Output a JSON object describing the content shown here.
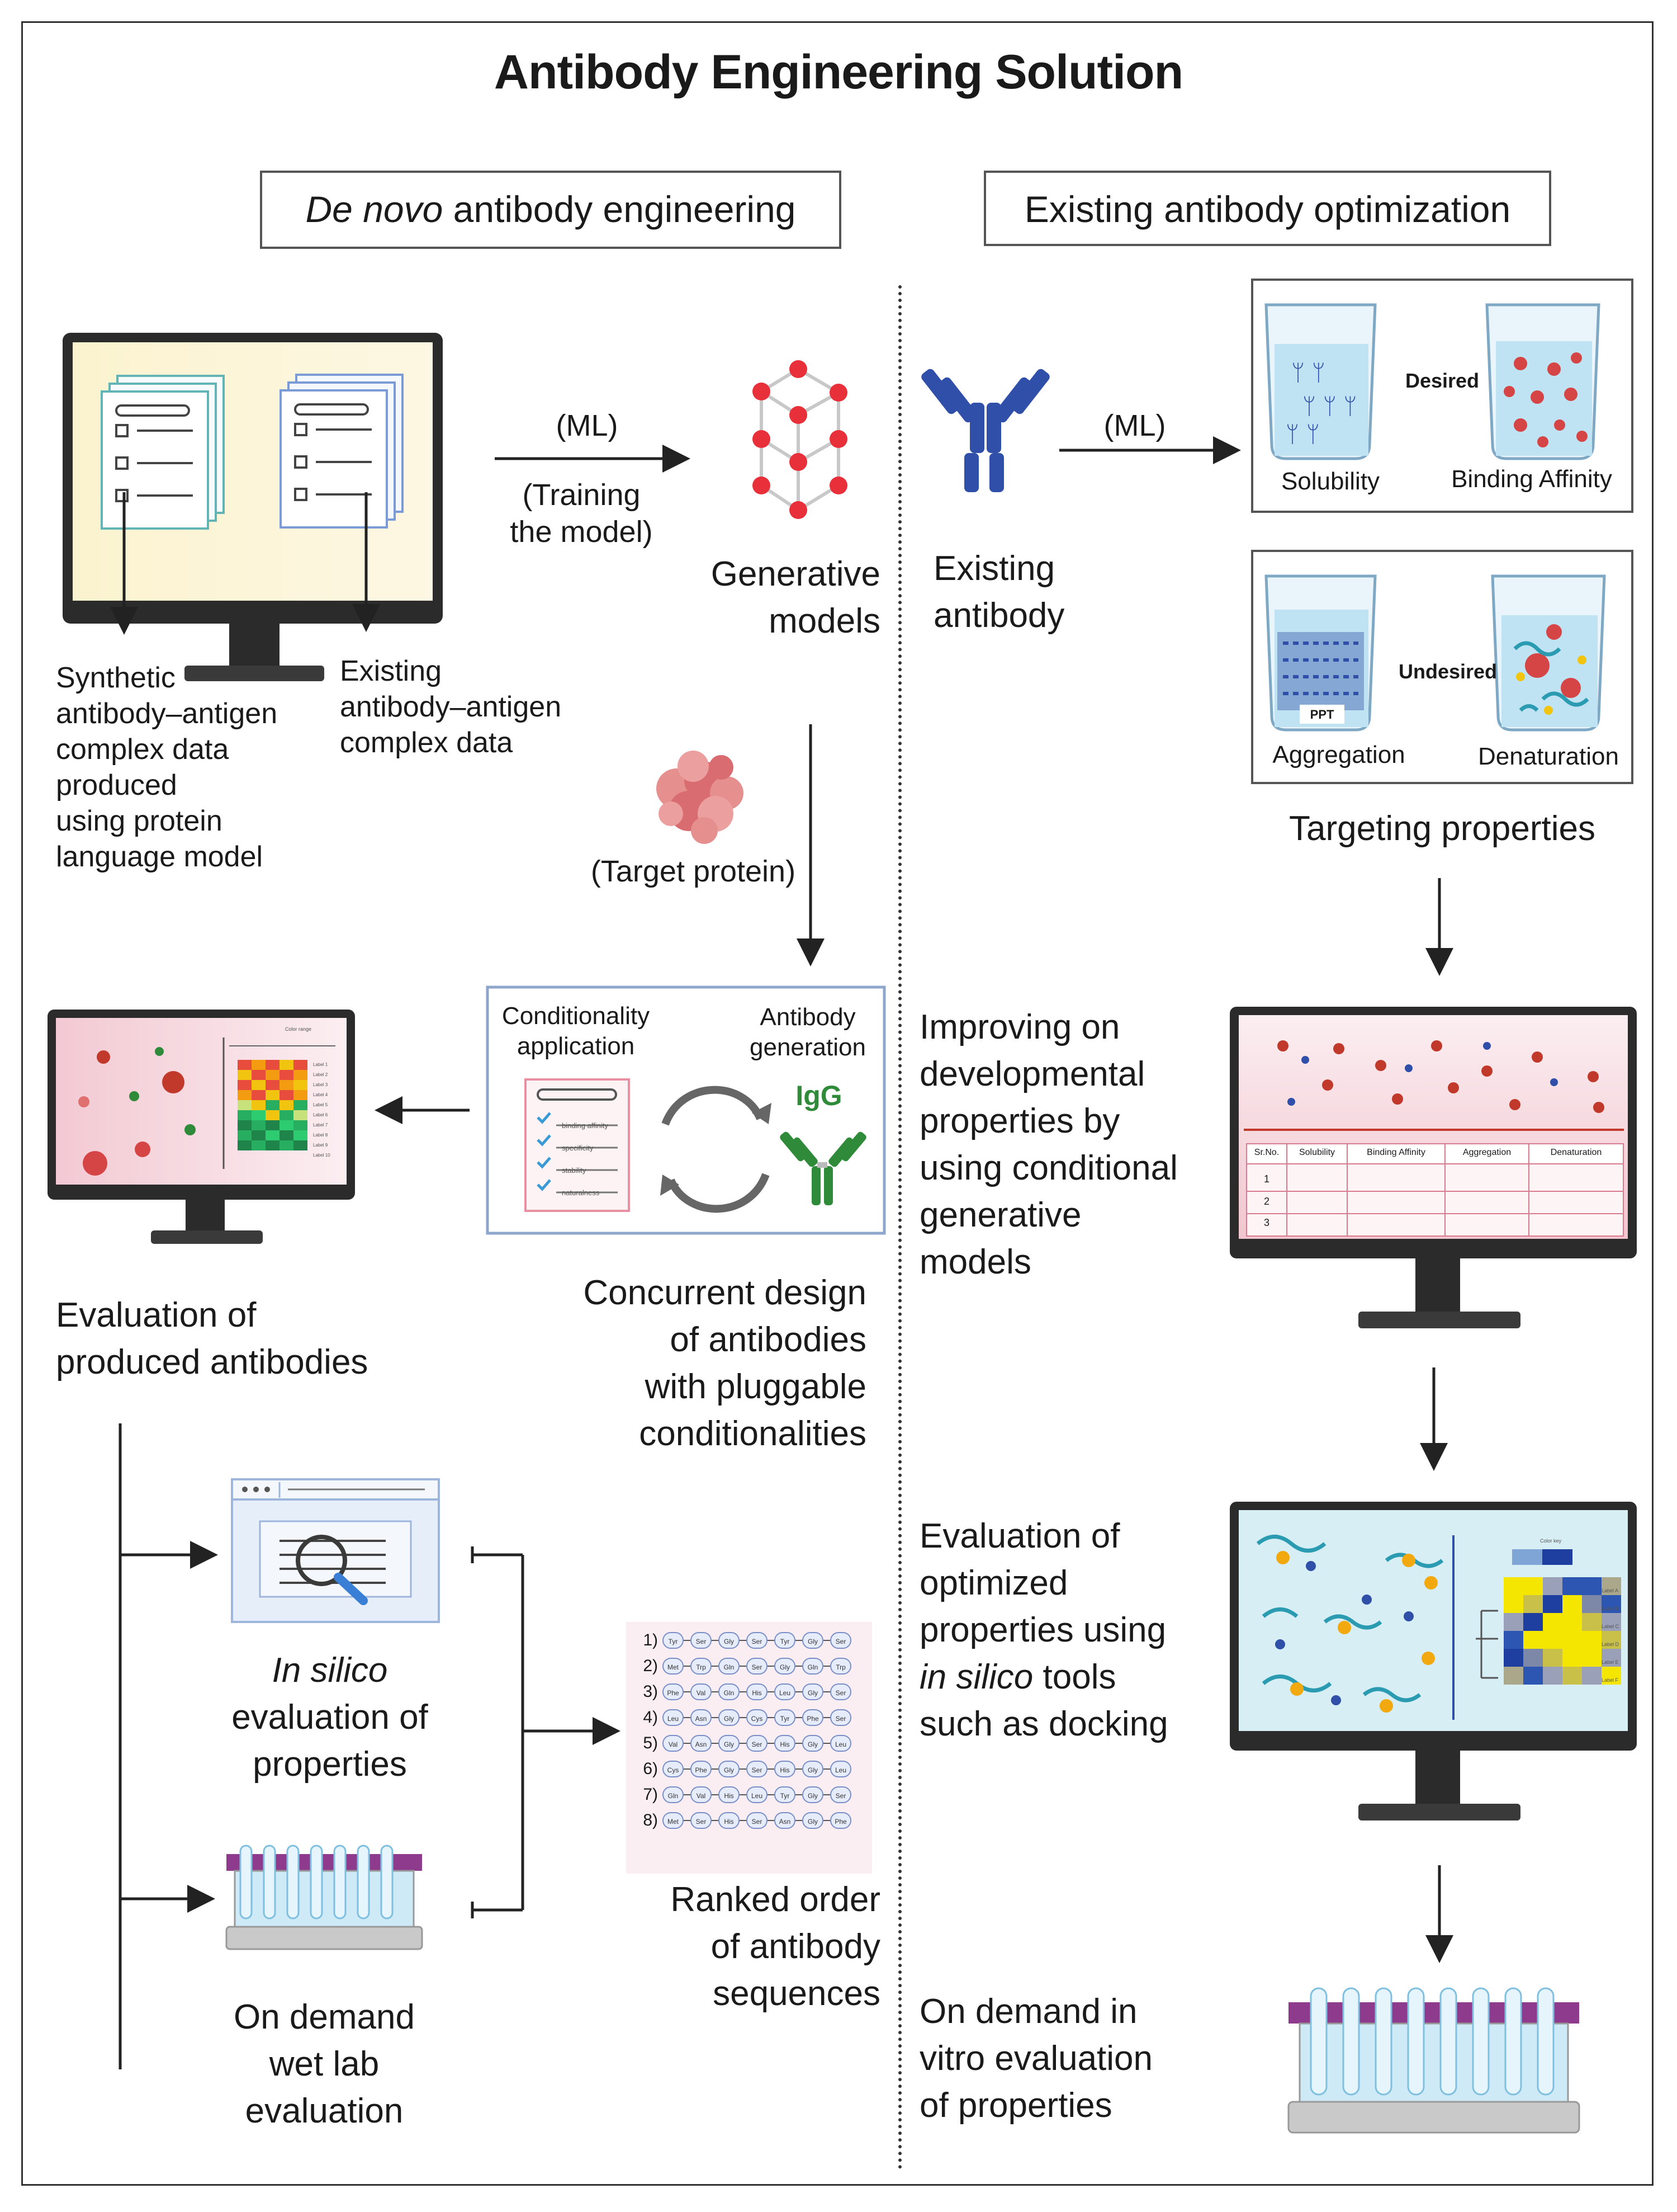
{
  "title": "Antibody Engineering Solution",
  "left_header_italic": "De novo",
  "left_header_rest": " antibody engineering",
  "right_header": "Existing antibody optimization",
  "synthetic_data_label": [
    "Synthetic",
    "antibody–antigen",
    "complex data",
    "produced",
    "using protein",
    "language model"
  ],
  "existing_data_label": [
    "Existing",
    "antibody–antigen",
    "complex data"
  ],
  "ml_label_left": "(ML)",
  "training_label": [
    "(Training",
    "the model)"
  ],
  "generative_models_label": [
    "Generative",
    "models"
  ],
  "target_protein_label": "(Target protein)",
  "conditionality_label": [
    "Conditionality",
    "application"
  ],
  "antibody_generation_label": [
    "Antibody",
    "generation"
  ],
  "igg_label": "IgG",
  "checklist_items": [
    "binding affinity",
    "specificity",
    "stability",
    "naturalness"
  ],
  "concurrent_label": [
    "Concurrent design",
    "of antibodies",
    "with pluggable",
    "conditionalities"
  ],
  "evaluation_produced_label": [
    "Evaluation of",
    "produced antibodies"
  ],
  "in_silico_label_italic": "In silico",
  "in_silico_label_rest": [
    "evaluation of",
    "properties"
  ],
  "wet_lab_label": [
    "On demand",
    "wet lab",
    "evaluation"
  ],
  "ranked_label": [
    "Ranked order",
    "of antibody",
    "sequences"
  ],
  "sequence_rows": [
    {
      "rank": "1)",
      "residues": [
        "Tyr",
        "Ser",
        "Gly",
        "Ser",
        "Tyr",
        "Gly",
        "Ser"
      ]
    },
    {
      "rank": "2)",
      "residues": [
        "Met",
        "Trp",
        "Gln",
        "Ser",
        "Gly",
        "Gln",
        "Trp"
      ]
    },
    {
      "rank": "3)",
      "residues": [
        "Phe",
        "Val",
        "Gln",
        "His",
        "Leu",
        "Gly",
        "Ser"
      ]
    },
    {
      "rank": "4)",
      "residues": [
        "Leu",
        "Asn",
        "Gly",
        "Cys",
        "Tyr",
        "Phe",
        "Ser"
      ]
    },
    {
      "rank": "5)",
      "residues": [
        "Val",
        "Asn",
        "Gly",
        "Ser",
        "His",
        "Gly",
        "Leu"
      ]
    },
    {
      "rank": "6)",
      "residues": [
        "Cys",
        "Phe",
        "Gly",
        "Ser",
        "His",
        "Gly",
        "Leu"
      ]
    },
    {
      "rank": "7)",
      "residues": [
        "Gln",
        "Val",
        "His",
        "Leu",
        "Tyr",
        "Gly",
        "Ser"
      ]
    },
    {
      "rank": "8)",
      "residues": [
        "Met",
        "Ser",
        "His",
        "Ser",
        "Asn",
        "Gly",
        "Phe"
      ]
    }
  ],
  "existing_antibody_label": [
    "Existing",
    "antibody"
  ],
  "ml_label_right": "(ML)",
  "desired_label": "Desired",
  "undesired_label": "Undesired",
  "solubility_label": "Solubility",
  "binding_affinity_label": "Binding Affinity",
  "aggregation_label": "Aggregation",
  "denaturation_label": "Denaturation",
  "ppt_label": "PPT",
  "targeting_label": "Targeting properties",
  "improving_label": [
    "Improving on",
    "developmental",
    "properties by",
    "using conditional",
    "generative",
    "models"
  ],
  "table_headers": [
    "Sr.No.",
    "Solubility",
    "Binding Affinity",
    "Aggregation",
    "Denaturation"
  ],
  "table_rows": [
    "1",
    "2",
    "3"
  ],
  "evaluation_optimized_label": [
    "Evaluation of",
    "optimized",
    "properties using"
  ],
  "in_silico_tools_italic": "in silico",
  "in_silico_tools_rest": " tools",
  "docking_label": "such as docking",
  "in_vitro_label": [
    "On demand in",
    "vitro evaluation",
    "of properties"
  ],
  "heatmap_key_left": "Color range",
  "heatmap_key_right": "Color key",
  "heatmap_row_labels_left": [
    "Label 1",
    "Label 2",
    "Label 3",
    "Label 4",
    "Label 5",
    "Label 6",
    "Label 7",
    "Label 8",
    "Label 9",
    "Label 10"
  ],
  "heatmap_row_labels_right": [
    "Label A",
    "Label B",
    "Label C",
    "Label D",
    "Label E",
    "Label F"
  ],
  "colors": {
    "generative_node": "#e8303a",
    "antibody_blue": "#2f4fa8",
    "igg_green": "#2f8a3a",
    "beaker_water": "#bfe3f3",
    "tube_purple": "#8e3b8e",
    "monitor_frame": "#2b2b2b",
    "red_screen": "#f5dde2",
    "blue_screen": "#d8eef5"
  }
}
